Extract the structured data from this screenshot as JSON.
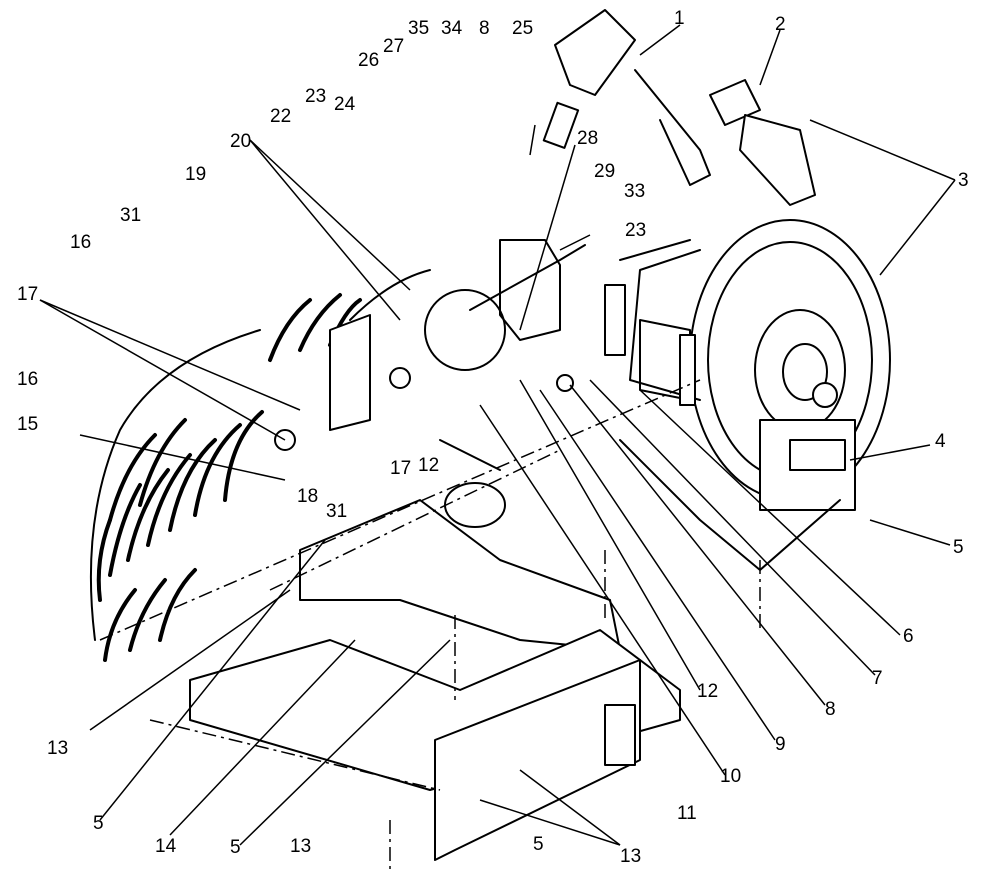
{
  "callouts": [
    "1",
    "2",
    "3",
    "4",
    "5",
    "6",
    "7",
    "8",
    "9",
    "10",
    "11",
    "12",
    "13",
    "14",
    "15",
    "16",
    "17",
    "18",
    "19",
    "20",
    "22",
    "23",
    "24",
    "25",
    "26",
    "27",
    "28",
    "29",
    "31",
    "33",
    "34",
    "35"
  ],
  "labels": {
    "c1": "1",
    "c2": "2",
    "c3": "3",
    "c4": "4",
    "c5a": "5",
    "c5b": "5",
    "c5c": "5",
    "c5d": "5",
    "c6": "6",
    "c7": "7",
    "c8a": "8",
    "c8b": "8",
    "c9": "9",
    "c10": "10",
    "c11": "11",
    "c12a": "12",
    "c12b": "12",
    "c13a": "13",
    "c13b": "13",
    "c13c": "13",
    "c14": "14",
    "c15": "15",
    "c16a": "16",
    "c16b": "16",
    "c17a": "17",
    "c17b": "17",
    "c18": "18",
    "c19": "19",
    "c20": "20",
    "c22": "22",
    "c23a": "23",
    "c23b": "23",
    "c24": "24",
    "c25": "25",
    "c26": "26",
    "c27": "27",
    "c28": "28",
    "c29": "29",
    "c31a": "31",
    "c31b": "31",
    "c33": "33",
    "c34": "34",
    "c35": "35"
  }
}
